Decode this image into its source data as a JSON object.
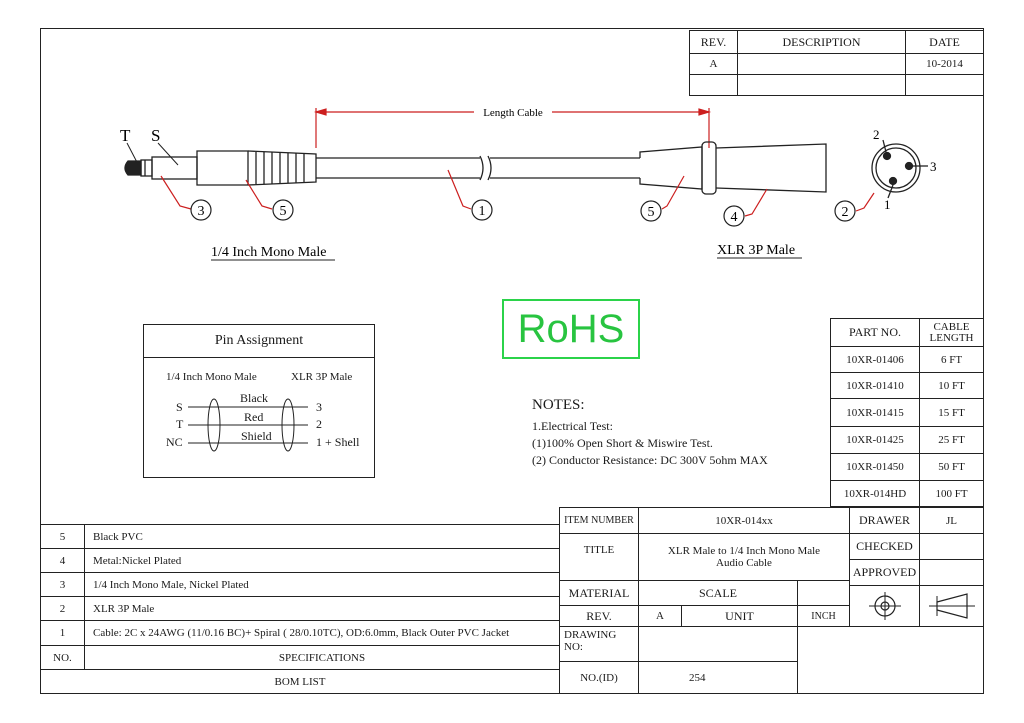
{
  "revision_table": {
    "headers": [
      "REV.",
      "DESCRIPTION",
      "DATE"
    ],
    "row": {
      "rev": "A",
      "description": "",
      "date": "10-2014"
    }
  },
  "drawing": {
    "length_label": "Length Cable",
    "left_connector_label": "1/4 Inch Mono Male",
    "right_connector_label": "XLR 3P Male",
    "plug_tip_label": "T",
    "plug_sleeve_label": "S",
    "callouts": [
      "3",
      "5",
      "1",
      "5",
      "4",
      "2"
    ],
    "xlr_pins": [
      "2",
      "3",
      "1"
    ]
  },
  "rohs": "RoHS",
  "pin_assignment": {
    "title": "Pin Assignment",
    "left_heading": "1/4 Inch Mono Male",
    "right_heading": "XLR 3P Male",
    "rows": [
      {
        "left": "S",
        "wire": "Black",
        "right": "3"
      },
      {
        "left": "T",
        "wire": "Red",
        "right": "2"
      },
      {
        "left": "NC",
        "wire": "Shield",
        "right": "1 + Shell"
      }
    ]
  },
  "notes": {
    "title": "NOTES:",
    "lines": [
      "1.Electrical Test:",
      "(1)100% Open Short & Miswire Test.",
      "(2) Conductor Resistance: DC 300V  5ohm MAX"
    ]
  },
  "part_table": {
    "headers": [
      "PART NO.",
      "CABLE LENGTH"
    ],
    "rows": [
      {
        "part": "10XR-01406",
        "length": "6 FT"
      },
      {
        "part": "10XR-01410",
        "length": "10 FT"
      },
      {
        "part": "10XR-01415",
        "length": "15 FT"
      },
      {
        "part": "10XR-01425",
        "length": "25 FT"
      },
      {
        "part": "10XR-01450",
        "length": "50 FT"
      },
      {
        "part": "10XR-014HD",
        "length": "100 FT"
      }
    ]
  },
  "bom": {
    "rows": [
      {
        "no": "5",
        "spec": "Black PVC"
      },
      {
        "no": "4",
        "spec": "Metal:Nickel Plated"
      },
      {
        "no": "3",
        "spec": "1/4 Inch Mono Male,  Nickel Plated"
      },
      {
        "no": "2",
        "spec": "XLR 3P Male"
      },
      {
        "no": "1",
        "spec": "Cable: 2C x 24AWG (11/0.16 BC)+ Spiral ( 28/0.10TC), OD:6.0mm, Black Outer PVC Jacket"
      }
    ],
    "header_no": "NO.",
    "header_spec": "SPECIFICATIONS",
    "footer": "BOM LIST"
  },
  "title_block": {
    "item_number_label": "ITEM NUMBER",
    "item_number": "10XR-014xx",
    "title_label": "TITLE",
    "title_line1": "XLR Male to 1/4 Inch Mono Male",
    "title_line2": "Audio Cable",
    "drawer_label": "DRAWER",
    "drawer": "JL",
    "checked_label": "CHECKED",
    "approved_label": "APPROVED",
    "material_label": "MATERIAL",
    "scale_label": "SCALE",
    "rev_label": "REV.",
    "rev": "A",
    "unit_label": "UNIT",
    "unit": "INCH",
    "drawing_no_label": "DRAWING NO:",
    "no_id_label": "NO.(ID)",
    "no_id": "254"
  },
  "colors": {
    "line": "#222222",
    "dimension": "#cc1f1f",
    "rohs": "#28c440"
  }
}
